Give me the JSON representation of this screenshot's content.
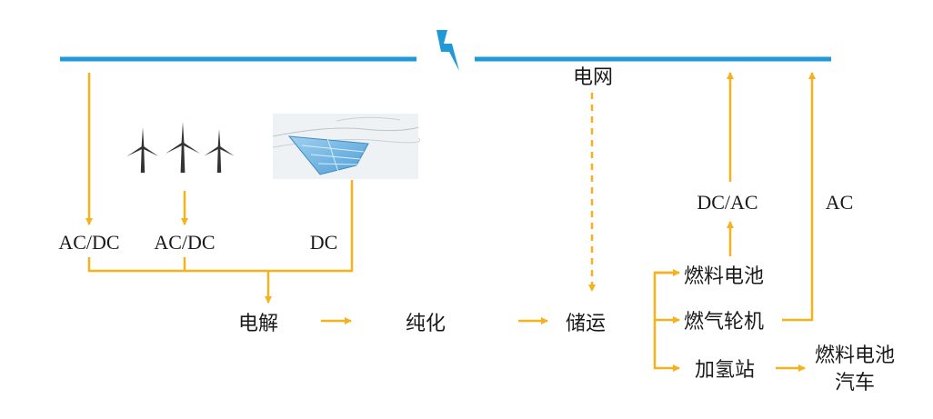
{
  "colors": {
    "grid_line": "#1f9ad6",
    "arrow": "#f5b21c",
    "lightning": "#1f9ad6",
    "text": "#1a1a1a"
  },
  "icons": {
    "fault": "lightning-icon",
    "wind": "wind-turbine-icon",
    "solar": "solar-panel-icon"
  },
  "labels": {
    "grid": "电网",
    "acdc_grid": "AC/DC",
    "acdc_wind": "AC/DC",
    "dc_solar": "DC",
    "electrolysis": "电解",
    "purification": "纯化",
    "storage_transport": "储运",
    "dcac": "DC/AC",
    "ac": "AC",
    "fuel_cell": "燃料电池",
    "gas_turbine": "燃气轮机",
    "hydrogen_station": "加氢站",
    "fcv_line1": "燃料电池",
    "fcv_line2": "汽车"
  }
}
